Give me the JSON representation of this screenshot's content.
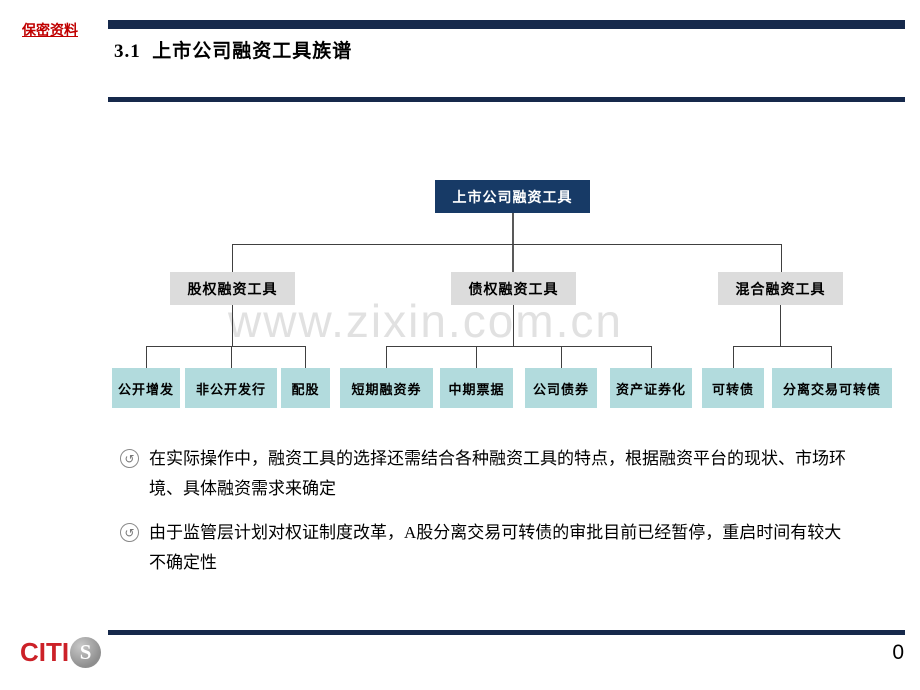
{
  "header": {
    "confidential_label": "保密资料",
    "title": "3.1  上市公司融资工具族谱"
  },
  "watermark": "www.zixin.com.cn",
  "diagram": {
    "root": {
      "label": "上市公司融资工具"
    },
    "branches": [
      {
        "label": "股权融资工具",
        "children": [
          "公开增发",
          "非公开发行",
          "配股"
        ]
      },
      {
        "label": "债权融资工具",
        "children": [
          "短期融资券",
          "中期票据",
          "公司债券",
          "资产证券化"
        ]
      },
      {
        "label": "混合融资工具",
        "children": [
          "可转债",
          "分离交易可转债"
        ]
      }
    ]
  },
  "bullets": [
    {
      "icon": "↺",
      "lines": [
        "在实际操作中，融资工具的选择还需结合各种融资工具的特点，根据融资平台的现状、市场环",
        "境、具体融资需求来确定"
      ]
    },
    {
      "icon": "↺",
      "lines": [
        "由于监管层计划对权证制度改革，A股分离交易可转债的审批目前已经暂停，重启时间有较大",
        "不确定性"
      ]
    }
  ],
  "footer": {
    "logo_text": "CITI",
    "logo_mark": "S",
    "page_number": "0"
  },
  "colors": {
    "navy_bar": "#16294B",
    "root_box": "#173A66",
    "branch_gray": "#DCDCDC",
    "leaf_teal": "#B2DBDD",
    "confidential_red": "#C00000",
    "logo_red": "#CC2128",
    "connector": "#404040",
    "watermark_gray": "#E1E1E1"
  }
}
